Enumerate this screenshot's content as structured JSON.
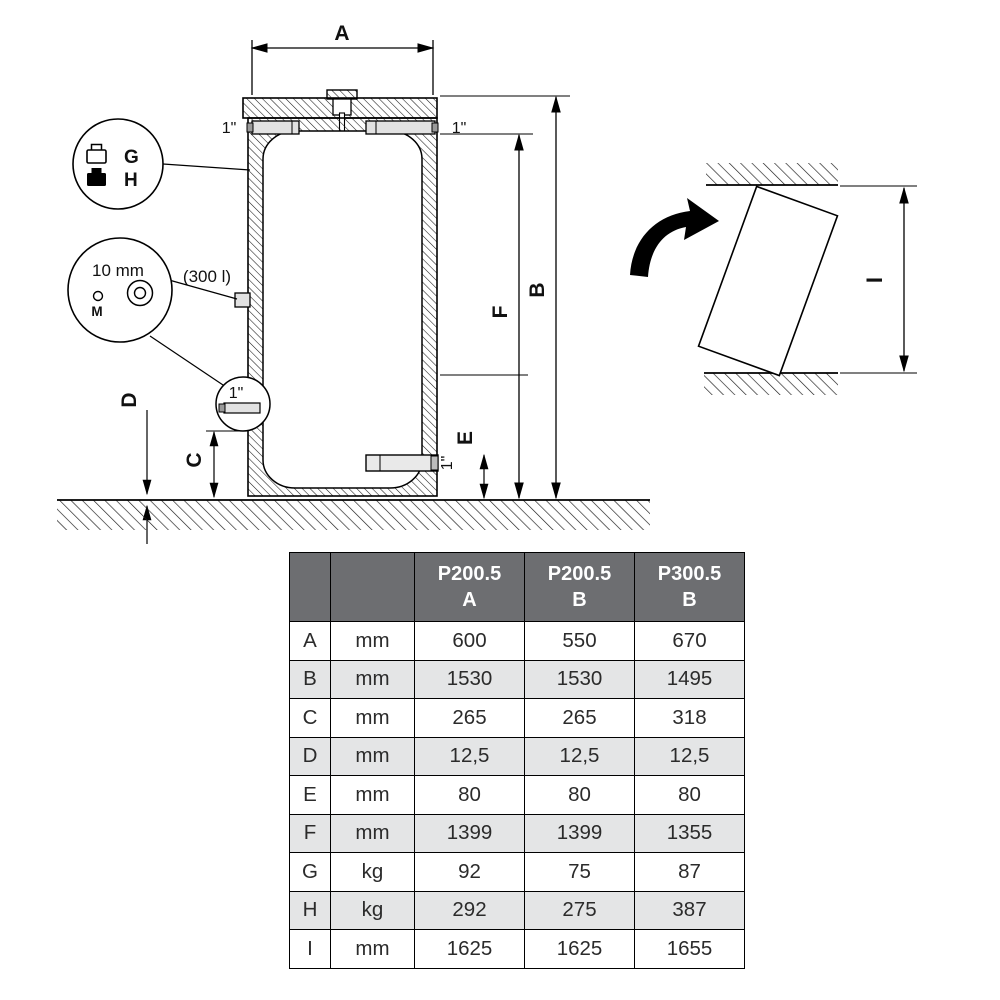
{
  "drawing": {
    "dim_a": "A",
    "dim_b": "B",
    "dim_c": "C",
    "dim_d": "D",
    "dim_e": "E",
    "dim_f": "F",
    "dim_i": "I",
    "port_top_left": "1\"",
    "port_top_right": "1\"",
    "port_side": "1\"",
    "port_bottom": "1\"",
    "weight_g": "G",
    "weight_h": "H",
    "anode_size": "10 mm",
    "anode_m": "M",
    "volume": "(300 l)"
  },
  "table": {
    "headers": [
      {
        "model": "P200.5",
        "variant": "A"
      },
      {
        "model": "P200.5",
        "variant": "B"
      },
      {
        "model": "P300.5",
        "variant": "B"
      }
    ],
    "rows": [
      {
        "param": "A",
        "unit": "mm",
        "v1": "600",
        "v2": "550",
        "v3": "670"
      },
      {
        "param": "B",
        "unit": "mm",
        "v1": "1530",
        "v2": "1530",
        "v3": "1495"
      },
      {
        "param": "C",
        "unit": "mm",
        "v1": "265",
        "v2": "265",
        "v3": "318"
      },
      {
        "param": "D",
        "unit": "mm",
        "v1": "12,5",
        "v2": "12,5",
        "v3": "12,5"
      },
      {
        "param": "E",
        "unit": "mm",
        "v1": "80",
        "v2": "80",
        "v3": "80"
      },
      {
        "param": "F",
        "unit": "mm",
        "v1": "1399",
        "v2": "1399",
        "v3": "1355"
      },
      {
        "param": "G",
        "unit": "kg",
        "v1": "92",
        "v2": "75",
        "v3": "87"
      },
      {
        "param": "H",
        "unit": "kg",
        "v1": "292",
        "v2": "275",
        "v3": "387"
      },
      {
        "param": "I",
        "unit": "mm",
        "v1": "1625",
        "v2": "1625",
        "v3": "1655"
      }
    ]
  },
  "colors": {
    "header_bg": "#6d6e71",
    "row_alt": "#e4e5e6",
    "ink": "#000000"
  }
}
